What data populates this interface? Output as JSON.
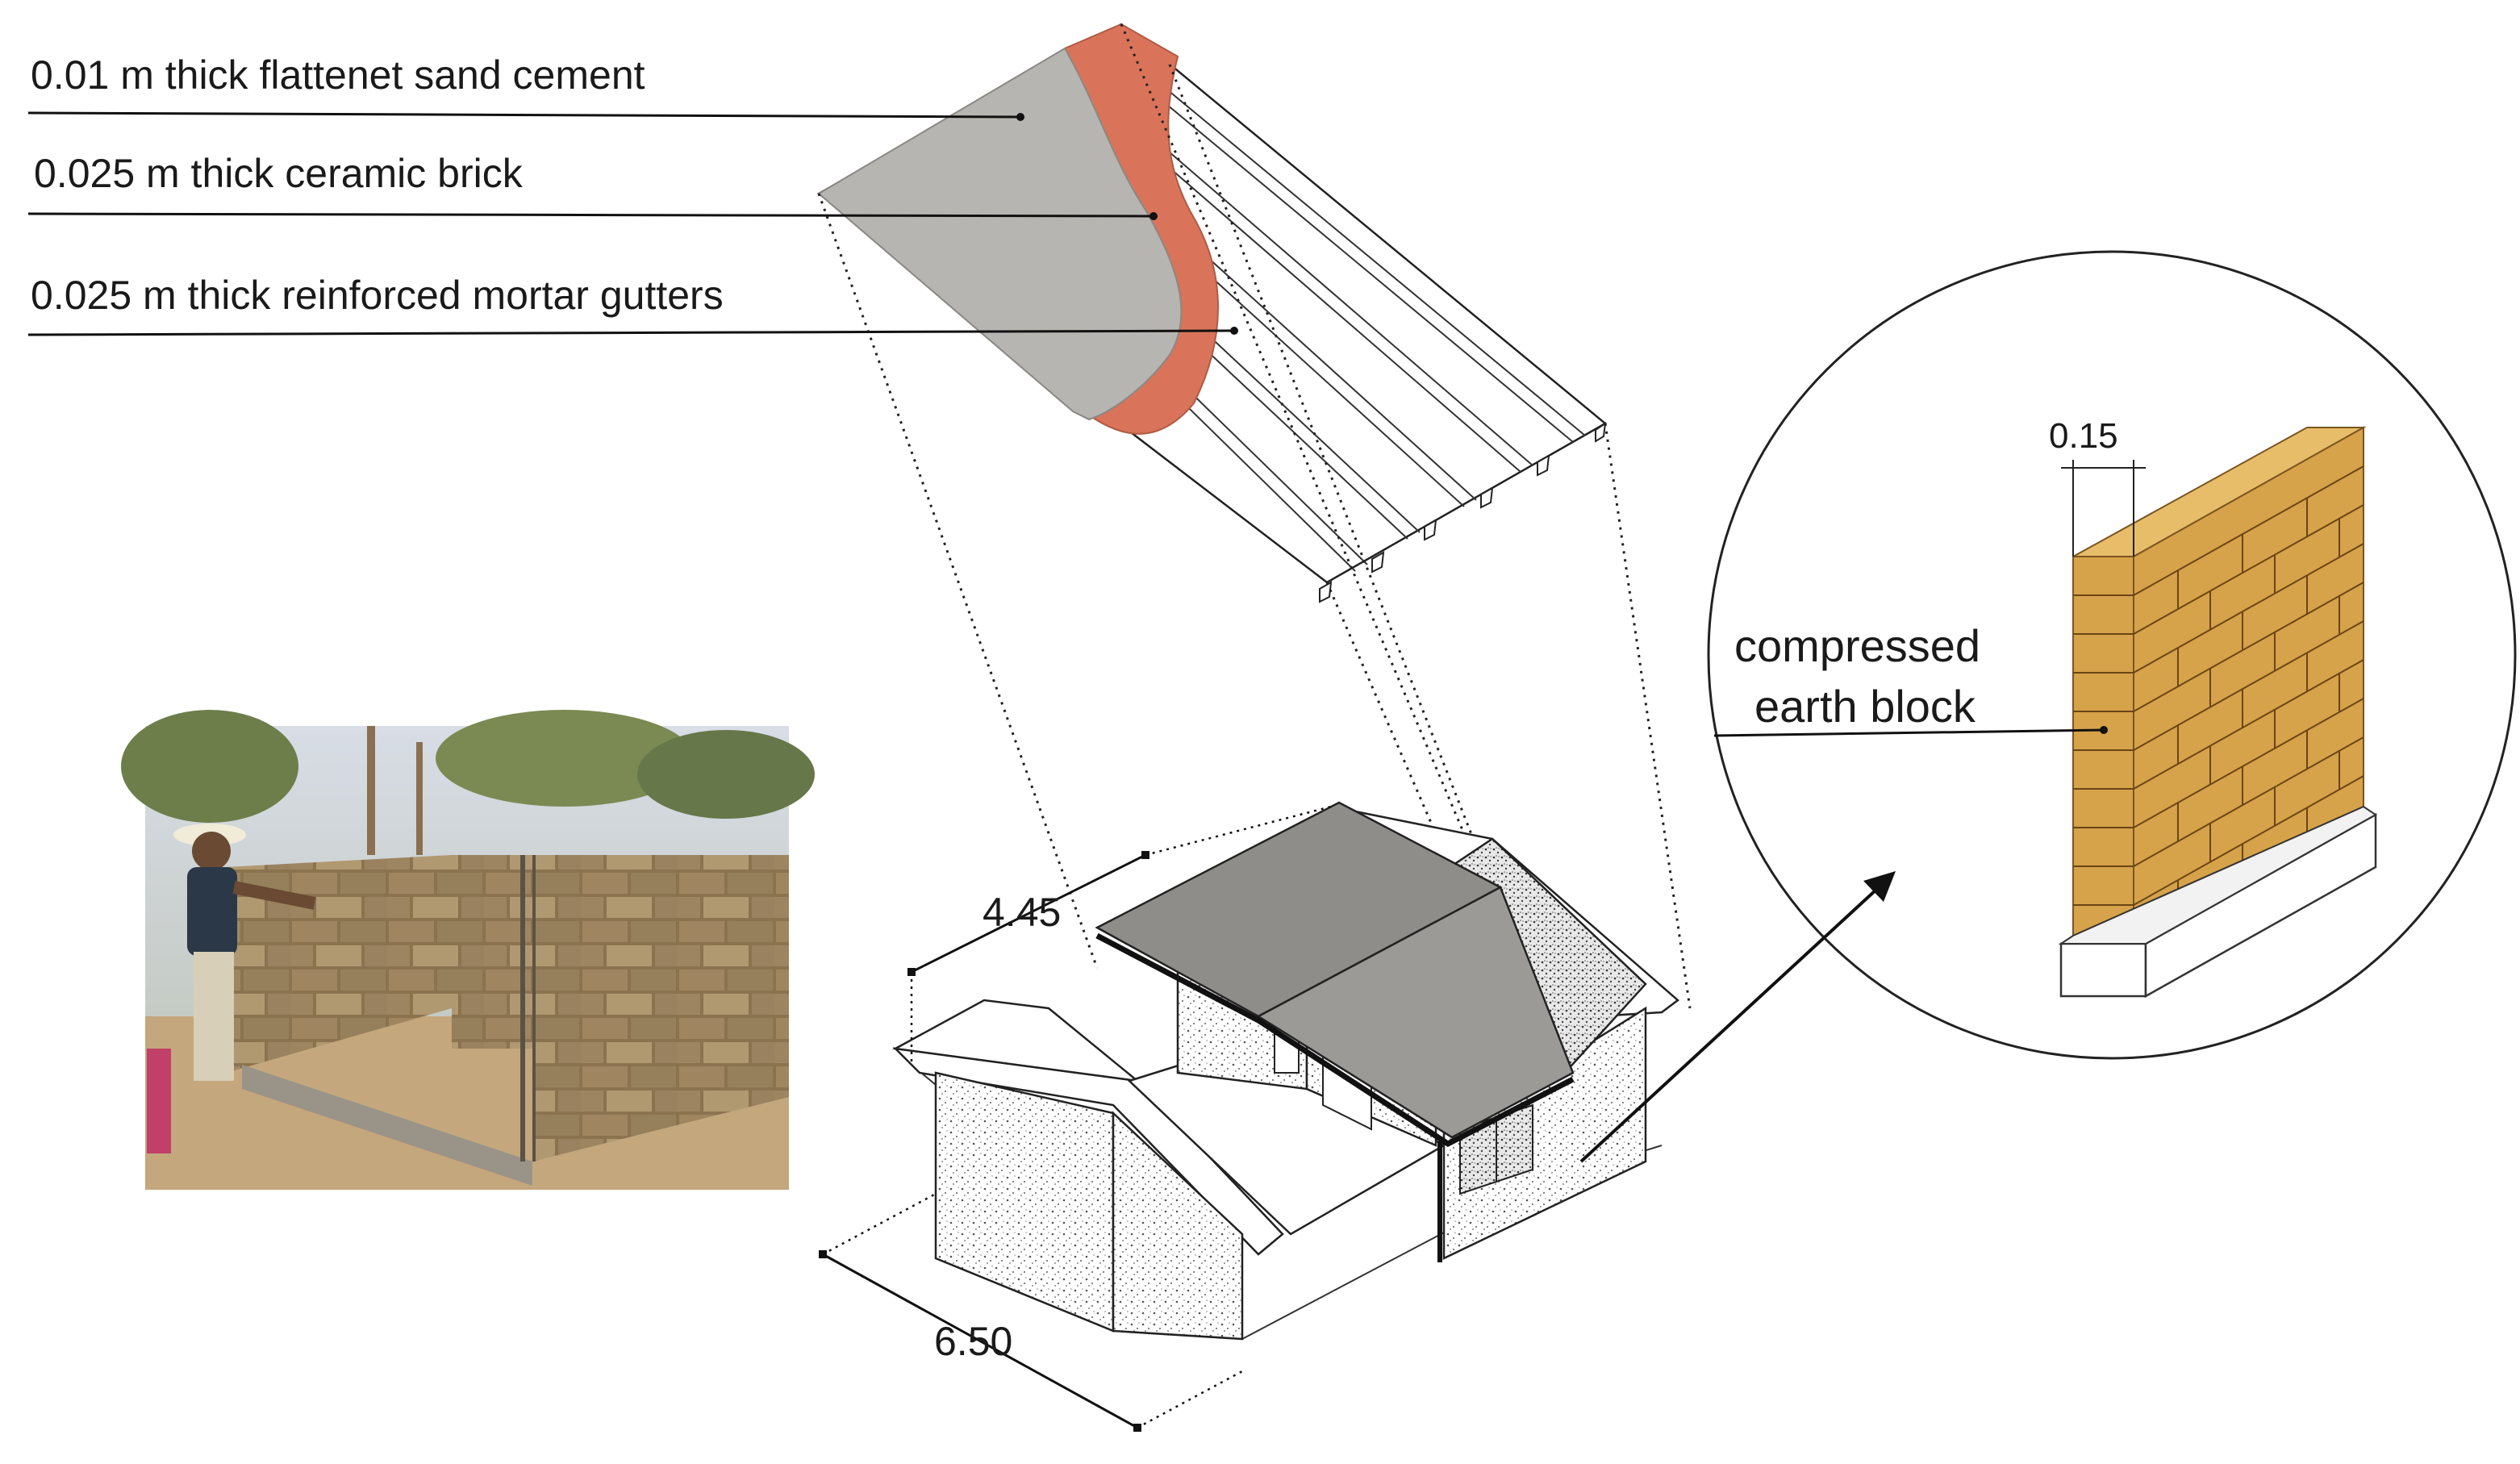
{
  "layers": [
    {
      "label": "0.01 m thick flattenet sand cement"
    },
    {
      "label": "0.025 m thick ceramic brick"
    },
    {
      "label": "0.025 m thick reinforced mortar gutters"
    }
  ],
  "dimensions": {
    "width": "4.45",
    "length": "6.50",
    "wall_thickness": "0.15"
  },
  "detail": {
    "label_line1": "compressed",
    "label_line2": "earth block"
  },
  "colors": {
    "sand_cement": "#b7b5b1",
    "ceramic_brick": "#d9745a",
    "earth_block": "#d6a24a",
    "roof": "#8f8d89"
  }
}
